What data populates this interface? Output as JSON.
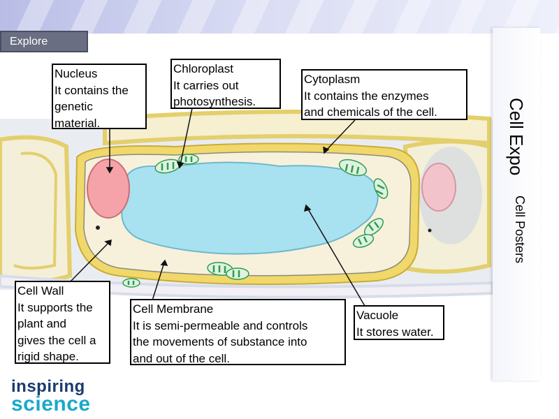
{
  "header": {
    "explore_label": "Explore"
  },
  "side_tab": {
    "title": "Cell Expo",
    "subtitle": "Cell Posters"
  },
  "labels": {
    "nucleus": {
      "lines": [
        "Nucleus",
        "It contains the",
        "genetic",
        "material."
      ]
    },
    "chloroplast": {
      "lines": [
        "Chloroplast",
        "It carries out",
        "photosynthesis."
      ]
    },
    "cytoplasm": {
      "lines": [
        "Cytoplasm",
        "It contains the enzymes",
        "and chemicals of the cell."
      ]
    },
    "cell_wall": {
      "lines": [
        "Cell Wall",
        "It supports the",
        "plant and",
        "gives the cell a",
        "rigid shape."
      ]
    },
    "cell_membrane": {
      "lines": [
        "Cell Membrane",
        "It is semi-permeable and controls",
        "the movements of substance into",
        "and out of the cell."
      ]
    },
    "vacuole": {
      "lines": [
        "Vacuole",
        "It stores water."
      ]
    }
  },
  "logo": {
    "line1": "inspiring",
    "line2": "science"
  },
  "colors": {
    "cell_wall": "#f1d86a",
    "cytoplasm": "#f7f1dc",
    "vacuole": "#a8e1f0",
    "nucleus": "#f5a3a8",
    "chloroplast": "#2e9c4e",
    "background_cells": "#e9edf2",
    "logo_dark": "#1a3b6e",
    "logo_light": "#1aa9c9"
  }
}
